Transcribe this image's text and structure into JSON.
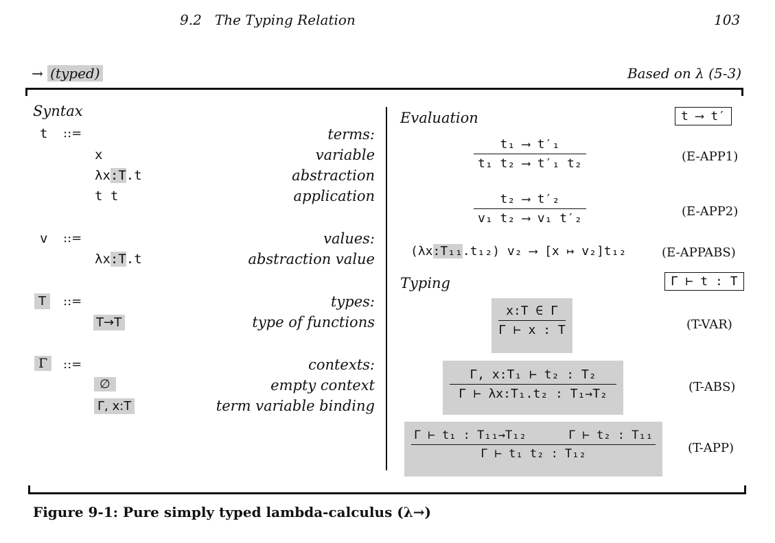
{
  "header": {
    "section": "9.2",
    "section_title": "The Typing Relation",
    "page_number": "103"
  },
  "figure": {
    "left_label_arrow": "→",
    "left_label_text": "(typed)",
    "right_label": "Based on λ (5-3)",
    "caption": "Figure 9-1: Pure simply typed lambda-calculus (λ→)"
  },
  "syntax": {
    "title": "Syntax",
    "t_sym": "t",
    "t_def": "::=",
    "t_head": "terms:",
    "t_rows": [
      {
        "form_a": "x",
        "form_b": "",
        "form_c": "",
        "desc": "variable"
      },
      {
        "form_a": "λx",
        "form_b": ":T",
        "form_c": ".t",
        "desc": "abstraction"
      },
      {
        "form_a": "t t",
        "form_b": "",
        "form_c": "",
        "desc": "application"
      }
    ],
    "v_sym": "v",
    "v_def": "::=",
    "v_head": "values:",
    "v_row": {
      "form_a": "λx",
      "form_b": ":T",
      "form_c": ".t",
      "desc": "abstraction value"
    },
    "T_sym": "T",
    "T_def": "::=",
    "T_head": "types:",
    "T_row": {
      "form": "T→T",
      "desc": "type of functions"
    },
    "G_sym": "Γ",
    "G_def": "::=",
    "G_head": "contexts:",
    "G_rows": [
      {
        "form": "∅",
        "desc": "empty context"
      },
      {
        "form": "Γ, x:T",
        "desc": "term variable binding"
      }
    ]
  },
  "evaluation": {
    "title": "Evaluation",
    "judgment": "t ⟶ t′",
    "rules": [
      {
        "name": "(E-APP1)",
        "premise": "t₁ ⟶ t′₁",
        "conclusion": "t₁ t₂ ⟶ t′₁ t₂"
      },
      {
        "name": "(E-APP2)",
        "premise": "t₂ ⟶ t′₂",
        "conclusion": "v₁ t₂ ⟶ v₁ t′₂"
      },
      {
        "name": "(E-APPABS)",
        "axiom_a": "(λx",
        "axiom_b": ":T₁₁",
        "axiom_c": ".t₁₂) v₂ ⟶ [x ↦ v₂]t₁₂"
      }
    ]
  },
  "typing": {
    "title": "Typing",
    "judgment": "Γ ⊢ t : T",
    "rules": [
      {
        "name": "(T-VAR)",
        "premise": "x:T ∈ Γ",
        "conclusion": "Γ ⊢ x : T"
      },
      {
        "name": "(T-ABS)",
        "premise": "Γ, x:T₁ ⊢ t₂ : T₂",
        "conclusion": "Γ ⊢ λx:T₁.t₂ : T₁→T₂"
      },
      {
        "name": "(T-APP)",
        "premise": "Γ ⊢ t₁ : T₁₁→T₁₂      Γ ⊢ t₂ : T₁₁",
        "conclusion": "Γ ⊢ t₁ t₂ : T₁₂"
      }
    ]
  }
}
